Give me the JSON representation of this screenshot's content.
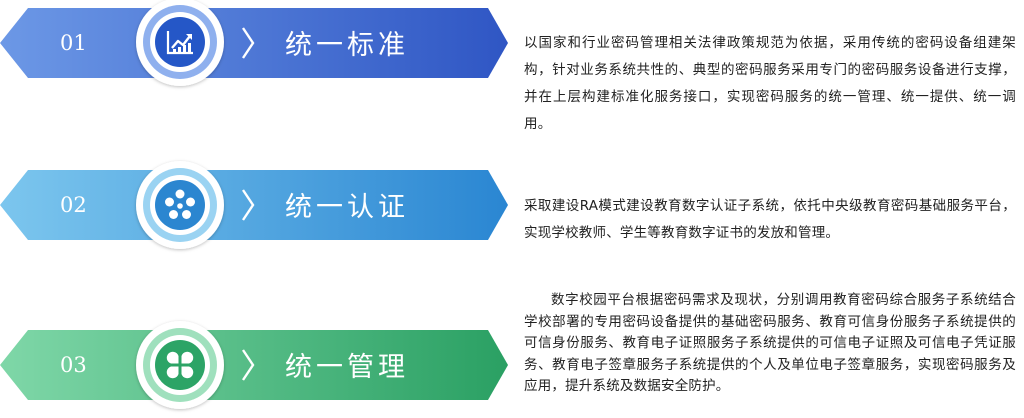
{
  "items": [
    {
      "number": "01",
      "title": "统一标准",
      "icon": "chart-icon",
      "color_light": "#6c98e6",
      "color_dark": "#2f56c4",
      "color_ring": "#8fb0ee",
      "color_center": "#2557c7",
      "description": "以国家和行业密码管理相关法律政策规范为依据，采用传统的密码设备组建架构，针对业务系统共性的、典型的密码服务采用专门的密码服务设备进行支撑，并在上层构建标准化服务接口，实现密码服务的统一管理、统一提供、统一调用。"
    },
    {
      "number": "02",
      "title": "统一认证",
      "icon": "dots-circle-icon",
      "color_light": "#7cc6ee",
      "color_dark": "#2a86d2",
      "color_ring": "#9ad3f2",
      "color_center": "#2b86d0",
      "description": "采取建设RA模式建设教育数字认证子系统，依托中央级教育密码基础服务平台，实现学校教师、学生等教育数字证书的发放和管理。"
    },
    {
      "number": "03",
      "title": "统一管理",
      "icon": "clover-icon",
      "color_light": "#7fd7a8",
      "color_dark": "#2aa063",
      "color_ring": "#9fe0bd",
      "color_center": "#2ca466",
      "description": "数字校园平台根据密码需求及现状，分别调用教育密码综合服务子系统结合学校部署的专用密码设备提供的基础密码服务、教育可信身份服务子系统提供的可信身份服务、教育电子证照服务子系统提供的可信电子证照及可信电子凭证服务、教育电子签章服务子系统提供的个人及单位电子签章服务，实现密码服务及应用，提升系统及数据安全防护。"
    }
  ]
}
